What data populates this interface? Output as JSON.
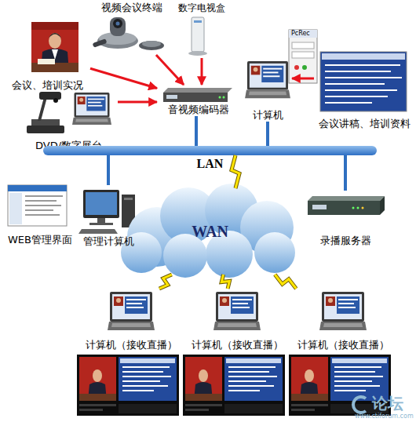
{
  "diagram": {
    "nodes": [
      {
        "text": [
          "视频会议终端"
        ]
      },
      {
        "text": [
          "数字电视盒"
        ]
      },
      {
        "text": [
          "会议、培训实况"
        ]
      },
      {
        "text": [
          "DVD/数字展台"
        ]
      },
      {
        "text": [
          "音视频编码器"
        ]
      },
      {
        "text": [
          "计算机"
        ]
      },
      {
        "text": [
          "会议讲稿、培训资料"
        ]
      },
      {
        "text": [
          "LAN"
        ]
      },
      {
        "text": [
          "WEB管理界面"
        ]
      },
      {
        "text": [
          "管理计算机"
        ]
      },
      {
        "text": [
          "WAN"
        ]
      },
      {
        "text": [
          "录播服务器"
        ]
      },
      {
        "text": [
          "计算机（接收直播）"
        ]
      },
      {
        "text": [
          "计算机（接收直播）"
        ]
      },
      {
        "text": [
          "计算机（接收直播）"
        ]
      }
    ],
    "edges": [
      {
        "from": 2,
        "to": 4,
        "arrow": "to"
      },
      {
        "from": 0,
        "to": 4,
        "arrow": "to"
      },
      {
        "from": 1,
        "to": 4,
        "arrow": "to"
      },
      {
        "from": 3,
        "to": 4,
        "arrow": "to"
      },
      {
        "from": 6,
        "to": 5,
        "arrow": "to"
      },
      {
        "from": 4,
        "to": 7,
        "arrow": "none"
      },
      {
        "from": 5,
        "to": 7,
        "arrow": "none"
      },
      {
        "from": 7,
        "to": 9,
        "arrow": "none"
      },
      {
        "from": 7,
        "to": 11,
        "arrow": "none"
      },
      {
        "from": 7,
        "to": 10,
        "arrow": "none"
      },
      {
        "from": 10,
        "to": 12,
        "arrow": "none"
      },
      {
        "from": 10,
        "to": 13,
        "arrow": "none"
      },
      {
        "from": 10,
        "to": 14,
        "arrow": "none"
      }
    ],
    "labels": [
      "PcRec",
      "论坛",
      "www.ctiforum.com"
    ]
  }
}
